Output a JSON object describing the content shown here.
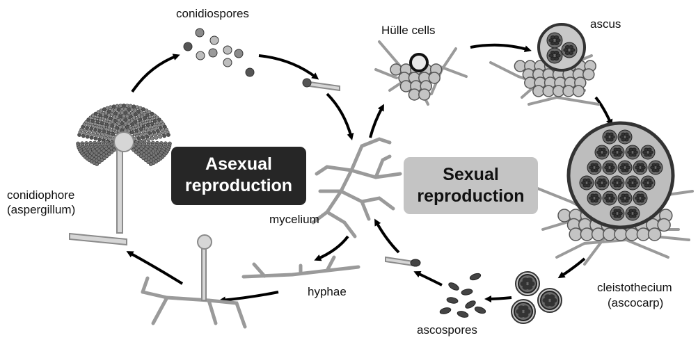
{
  "labels": {
    "conidiospores": "conidiospores",
    "hulle_cells": "Hülle cells",
    "ascus": "ascus",
    "conidiophore_1": "conidiophore",
    "conidiophore_2": "(aspergillum)",
    "mycelium": "mycelium",
    "hyphae": "hyphae",
    "cleistothecium_1": "cleistothecium",
    "cleistothecium_2": "(ascocarp)",
    "ascospores": "ascospores"
  },
  "asexual": {
    "line1": "Asexual",
    "line2": "reproduction"
  },
  "sexual": {
    "line1": "Sexual",
    "line2": "reproduction"
  },
  "colors": {
    "asexual_box": "#262626",
    "sexual_box": "#c4c4c4",
    "hyphae_fill": "#d6d6d6",
    "hyphae_stroke": "#8a8a8a",
    "spore_dark": "#555555",
    "spore_light": "#bdbdbd",
    "arrow": "#000000"
  }
}
